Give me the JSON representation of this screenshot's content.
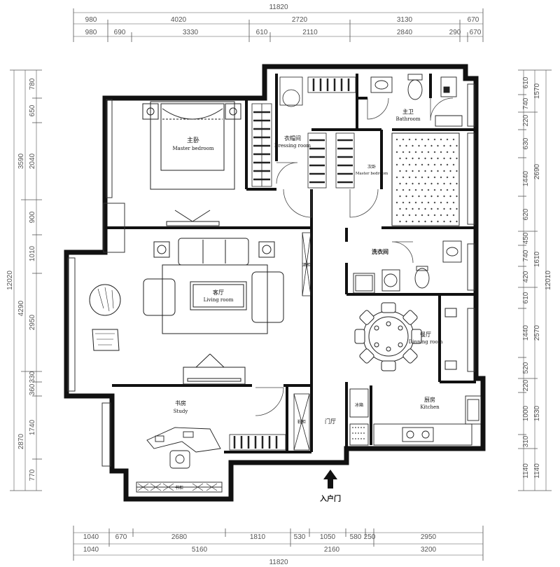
{
  "dimensions": {
    "top_total": "11820",
    "top_row1": [
      "980",
      "4020",
      "2720",
      "3130",
      "670"
    ],
    "top_row2": [
      "980",
      "690",
      "3330",
      "610",
      "2110",
      "2840",
      "290",
      "670"
    ],
    "bottom_row1": [
      "1040",
      "670",
      "2680",
      "1810",
      "530",
      "1050",
      "580",
      "250",
      "2950"
    ],
    "bottom_row2": [
      "1040",
      "5160",
      "2160",
      "3200"
    ],
    "bottom_total": "11820",
    "left_row1": [
      "780",
      "650",
      "2040",
      "900",
      "1010",
      "2950",
      "330",
      "360",
      "1740",
      "770"
    ],
    "left_row2": [
      "3590",
      "4290",
      "2870"
    ],
    "left_total": "12020",
    "right_row1": [
      "610",
      "740",
      "220",
      "630",
      "1440",
      "620",
      "450",
      "740",
      "420",
      "610",
      "1440",
      "520",
      "220",
      "1000",
      "310",
      "1140"
    ],
    "right_row2": [
      "1570",
      "2690",
      "1610",
      "2570",
      "1530",
      "1140"
    ],
    "right_total": "12010"
  },
  "rooms": {
    "master_bedroom_cn": "主卧",
    "master_bedroom_en": "Master bedroom",
    "dressing_cn": "衣帽间",
    "dressing_en": "Dressing room",
    "second_bedroom_cn": "次卧",
    "second_bedroom_en": "Master bedroom",
    "bathroom_cn": "主卫",
    "bathroom_en": "Bathroom",
    "laundry_cn": "洗衣间",
    "living_cn": "客厅",
    "living_en": "Living room",
    "dining_cn": "餐厅",
    "dining_en": "Dinning room",
    "study_cn": "书房",
    "study_en": "Study",
    "foyer_cn": "门厅",
    "kitchen_cn": "厨房",
    "kitchen_en": "Kitchen",
    "entrance_cn": "入户门",
    "cabinet1": "酒柜",
    "cabinet2": "鞋柜",
    "cabinet3": "冰箱",
    "cabinet4": "书柜"
  }
}
